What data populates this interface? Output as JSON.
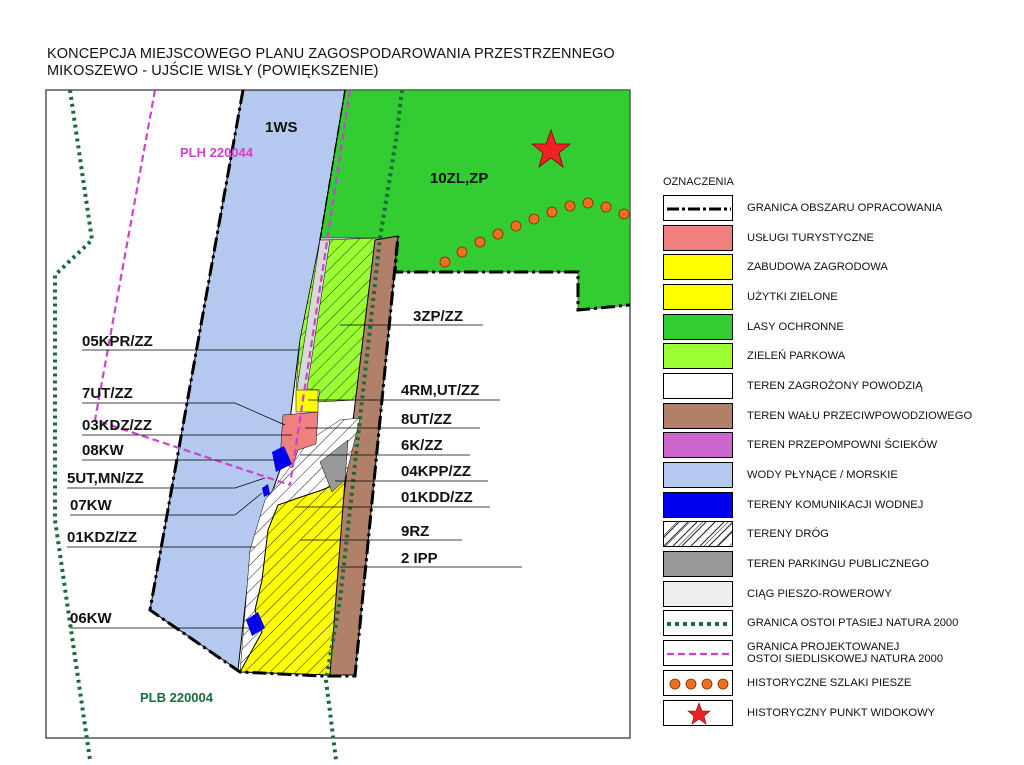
{
  "title": {
    "line1": "KONCEPCJA MIEJSCOWEGO PLANU ZAGOSPODAROWANIA PRZESTRZENNEGO",
    "line2": "MIKOSZEWO - UJŚCIE WISŁY (POWIĘKSZENIE)"
  },
  "map": {
    "natura_labels": [
      {
        "id": "plh",
        "text": "PLH 220044",
        "color": "#cc44cc"
      },
      {
        "id": "plb",
        "text": "PLB 220004",
        "color": "#1a6b3a"
      }
    ],
    "zone_labels": [
      {
        "id": "1ws",
        "text": "1WS"
      },
      {
        "id": "10zlzp",
        "text": "10ZL,ZP"
      }
    ],
    "left_labels": [
      "05KPR/ZZ",
      "7UT/ZZ",
      "03KDZ/ZZ",
      "08KW",
      "5UT,MN/ZZ",
      "07KW",
      "01KDZ/ZZ",
      "06KW"
    ],
    "right_labels": [
      "3ZP/ZZ",
      "4RM,UT/ZZ",
      "8UT/ZZ",
      "6K/ZZ",
      "04KPP/ZZ",
      "01KDD/ZZ",
      "9RZ",
      "2 IPP"
    ]
  },
  "legend": {
    "title": "OZNACZENIA",
    "items": [
      {
        "swatch": "boundary",
        "label": "GRANICA  OBSZARU  OPRACOWANIA"
      },
      {
        "swatch": "fill",
        "color": "#f08080",
        "label": "USŁUGI TURYSTYCZNE"
      },
      {
        "swatch": "fill",
        "color": "#ffff00",
        "label": "ZABUDOWA ZAGRODOWA"
      },
      {
        "swatch": "fill",
        "color": "#ffff00",
        "label": "UŻYTKI ZIELONE"
      },
      {
        "swatch": "fill",
        "color": "#33cc33",
        "label": "LASY OCHRONNE"
      },
      {
        "swatch": "fill",
        "color": "#99ff33",
        "label": "ZIELEŃ PARKOWA"
      },
      {
        "swatch": "fill",
        "color": "#ffffff",
        "label": "TEREN  ZAGROŻONY POWODZIĄ"
      },
      {
        "swatch": "fill",
        "color": "#b08068",
        "label": "TEREN WAŁU PRZECIWPOWODZIOWEGO"
      },
      {
        "swatch": "fill",
        "color": "#cc66cc",
        "label": "TEREN PRZEPOMPOWNI ŚCIEKÓW"
      },
      {
        "swatch": "fill",
        "color": "#b4c8f0",
        "label": "WODY PŁYNĄCE / MORSKIE"
      },
      {
        "swatch": "fill",
        "color": "#0000ee",
        "label": "TERENY KOMUNIKACJI WODNEJ"
      },
      {
        "swatch": "hatch",
        "label": "TERENY DRÓG"
      },
      {
        "swatch": "fill",
        "color": "#999999",
        "label": "TEREN PARKINGU PUBLICZNEGO"
      },
      {
        "swatch": "fill",
        "color": "#eeeeee",
        "label": "CIĄG PIESZO-ROWEROWY"
      },
      {
        "swatch": "green-dots",
        "label": "GRANICA OSTOI  PTASIEJ  NATURA 2000"
      },
      {
        "swatch": "purple-dash",
        "label": "GRANICA PROJEKTOWANEJ\nOSTOI SIEDLISKOWEJ NATURA 2000"
      },
      {
        "swatch": "orange-circles",
        "label": "HISTORYCZNE SZLAKI PIESZE"
      },
      {
        "swatch": "star",
        "label": "HISTORYCZNY PUNKT WIDOKOWY"
      }
    ]
  },
  "colors": {
    "water": "#b4c8f0",
    "forest": "#33cc33",
    "park": "#99ff33",
    "levee": "#b08068",
    "tourism": "#f08080",
    "farm": "#ffff00",
    "comm_water": "#0000ee",
    "parking": "#999999",
    "natura_bird": "#1a6b3a",
    "natura_habitat": "#cc44cc",
    "trail": "#f07020",
    "star": "#ee2222"
  }
}
